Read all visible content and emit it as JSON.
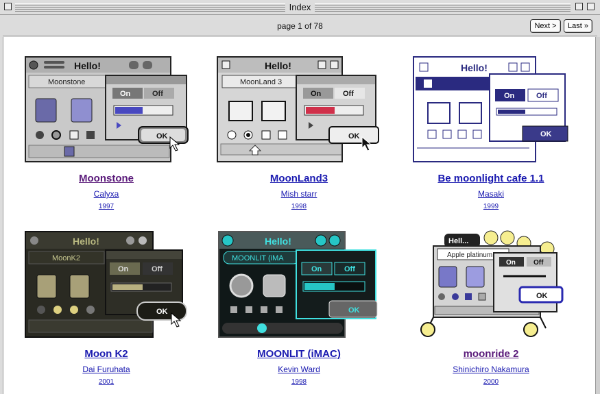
{
  "window": {
    "title": "Index"
  },
  "toolbar": {
    "page_info": "page 1 of 78",
    "next_label": "Next >",
    "last_label": "Last »"
  },
  "themes": [
    {
      "name": "Moonstone",
      "author": "Calyxa",
      "year": "1997",
      "preview": {
        "hello": "Hello!",
        "field": "Moonstone",
        "on": "On",
        "off": "Off",
        "ok": "OK"
      }
    },
    {
      "name": "MoonLand3",
      "author": "Mish starr",
      "year": "1998",
      "preview": {
        "hello": "Hello!",
        "field": "MoonLand 3",
        "on": "On",
        "off": "Off",
        "ok": "OK"
      }
    },
    {
      "name": "Be moonlight cafe 1.1",
      "author": "Masaki",
      "year": "1999",
      "preview": {
        "hello": "Hello!",
        "on": "On",
        "off": "Off",
        "ok": "OK"
      }
    },
    {
      "name": "Moon K2",
      "author": "Dai Furuhata",
      "year": "2001",
      "preview": {
        "hello": "Hello!",
        "field": "MoonK2",
        "on": "On",
        "off": "Off",
        "ok": "OK"
      }
    },
    {
      "name": "MOONLIT (iMAC)",
      "author": "Kevin Ward",
      "year": "1998",
      "preview": {
        "hello": "Hello!",
        "field": "MOONLIT (iMA",
        "on": "On",
        "off": "Off",
        "ok": "OK"
      }
    },
    {
      "name": "moonride 2",
      "author": "Shinichiro Nakamura",
      "year": "2000",
      "preview": {
        "hello": "Hell...",
        "field": "Apple platinum",
        "on": "On",
        "off": "Off",
        "ok": "OK"
      }
    }
  ]
}
